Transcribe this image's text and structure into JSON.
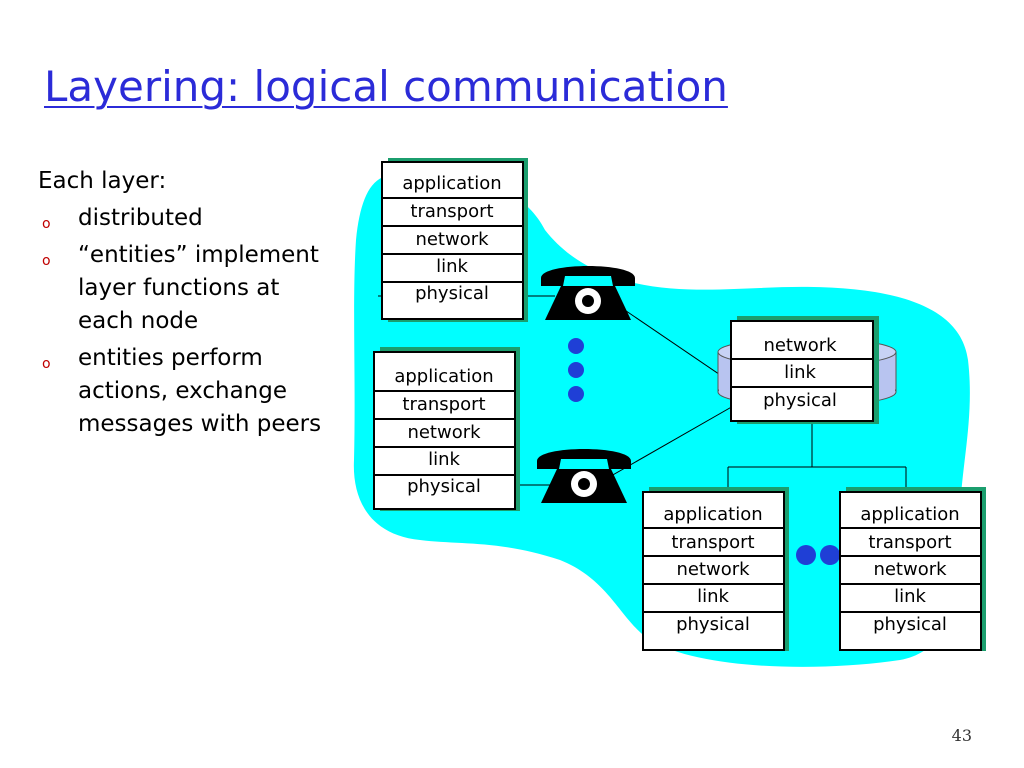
{
  "title": "Layering: logical communication",
  "bullets": {
    "lead": "Each layer:",
    "items": [
      "distributed",
      "“entities” implement layer functions at each node",
      "entities perform actions, exchange messages with peers"
    ]
  },
  "stacks": {
    "host1": [
      "application",
      "transport",
      "network",
      "link",
      "physical"
    ],
    "host2": [
      "application",
      "transport",
      "network",
      "link",
      "physical"
    ],
    "router": [
      "network",
      "link",
      "physical"
    ],
    "host3": [
      "application",
      "transport",
      "network",
      "link",
      "physical"
    ],
    "host4": [
      "application",
      "transport",
      "network",
      "link",
      "physical"
    ]
  },
  "page_number": "43",
  "colors": {
    "title": "#2b2bd8",
    "cloud": "#00ffff",
    "shadow": "#1b9e6e",
    "dots": "#1f3fd6",
    "bullet_mark": "#c00000"
  },
  "icons": [
    "telephone-icon",
    "ellipsis-dots-icon"
  ]
}
